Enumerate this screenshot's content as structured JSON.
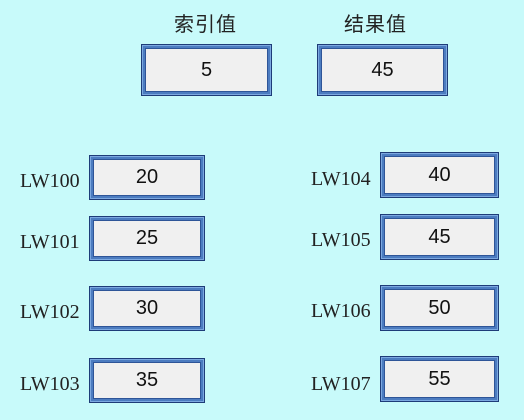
{
  "header": {
    "index_label": "索引值",
    "result_label": "结果值",
    "index_value": "5",
    "result_value": "45"
  },
  "registers_left": [
    {
      "name": "LW100",
      "value": "20"
    },
    {
      "name": "LW101",
      "value": "25"
    },
    {
      "name": "LW102",
      "value": "30"
    },
    {
      "name": "LW103",
      "value": "35"
    }
  ],
  "registers_right": [
    {
      "name": "LW104",
      "value": "40"
    },
    {
      "name": "LW105",
      "value": "45"
    },
    {
      "name": "LW106",
      "value": "50"
    },
    {
      "name": "LW107",
      "value": "55"
    }
  ],
  "colors": {
    "background": "#c8fafa",
    "box_fill": "#f0f0f0",
    "box_border": "#2e5598"
  }
}
